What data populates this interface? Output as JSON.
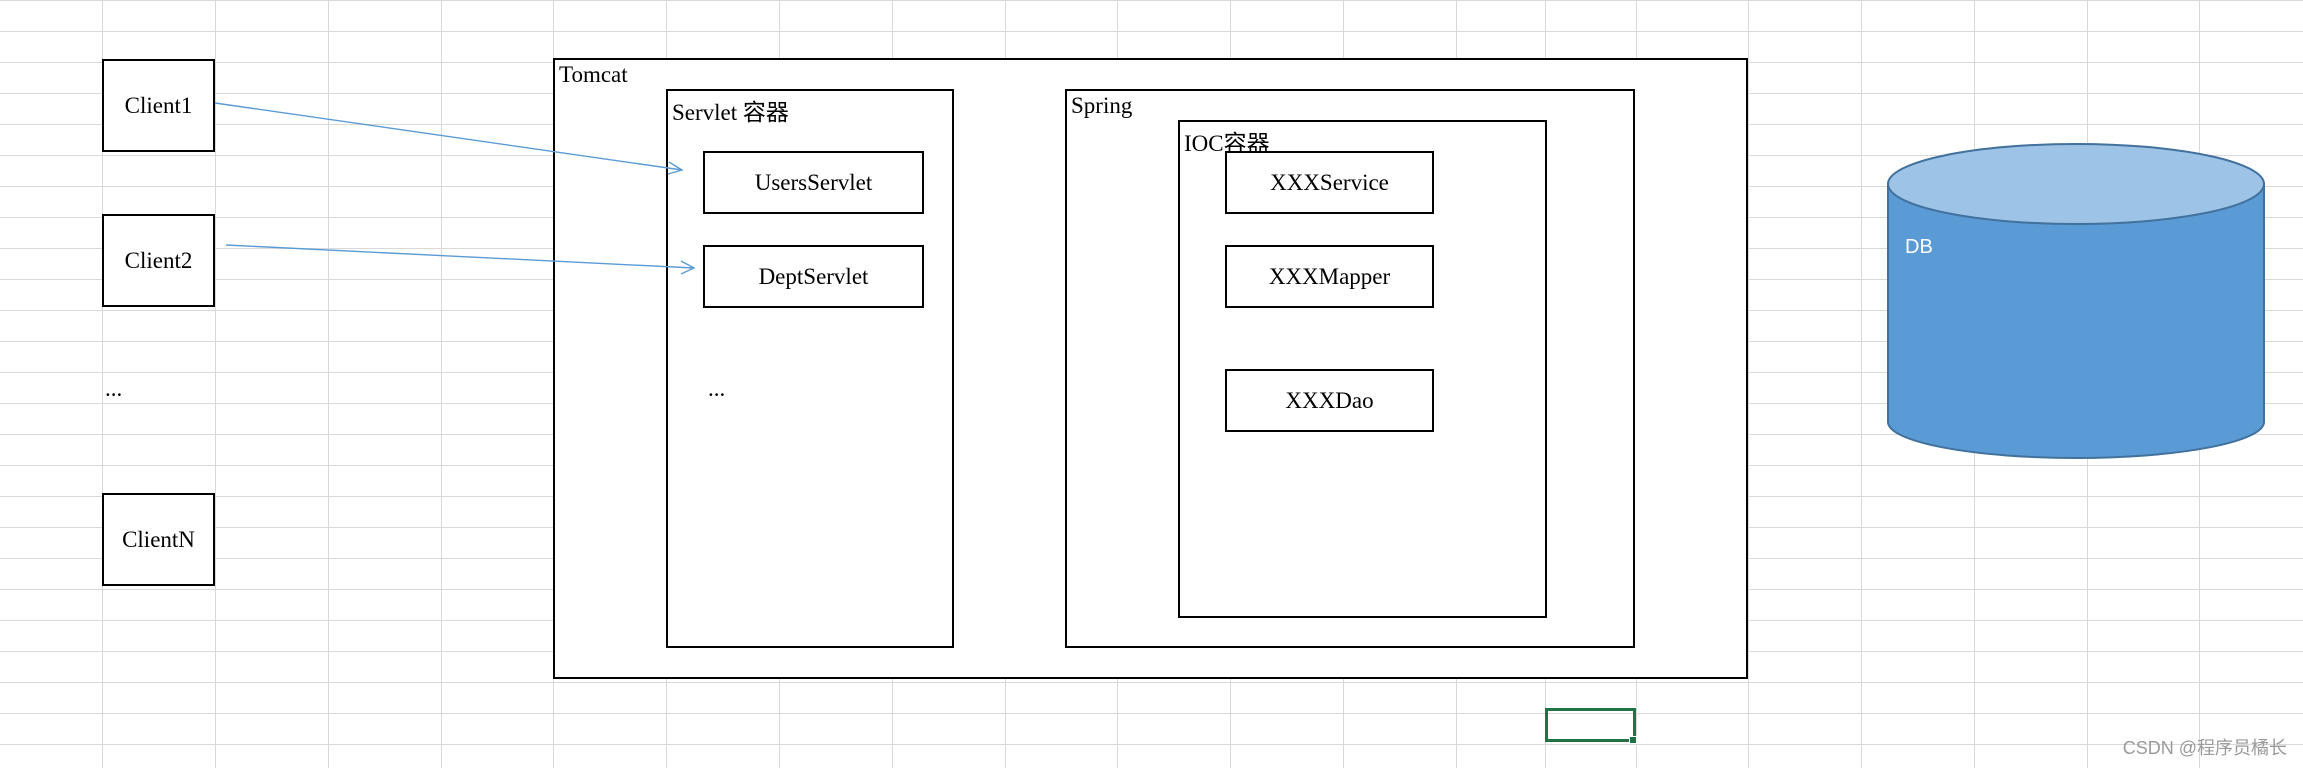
{
  "diagram": {
    "clients": [
      "Client1",
      "Client2",
      "...",
      "ClientN"
    ],
    "tomcat": {
      "title": "Tomcat",
      "servlet_container": {
        "title": "Servlet 容器",
        "servlets": [
          "UsersServlet",
          "DeptServlet"
        ],
        "ellipsis": "..."
      },
      "spring": {
        "title": "Spring",
        "ioc_container": {
          "title": "IOC容器",
          "beans": [
            "XXXService",
            "XXXMapper",
            "XXXDao"
          ]
        }
      }
    },
    "database": {
      "label": "DB"
    },
    "colors": {
      "arrow": "#5b9bd5",
      "db_body": "#5b9bd5",
      "db_top": "#9dc3e6",
      "selection": "#217346",
      "gridline": "#d9d9d9"
    }
  },
  "watermark": "CSDN @程序员橘长"
}
